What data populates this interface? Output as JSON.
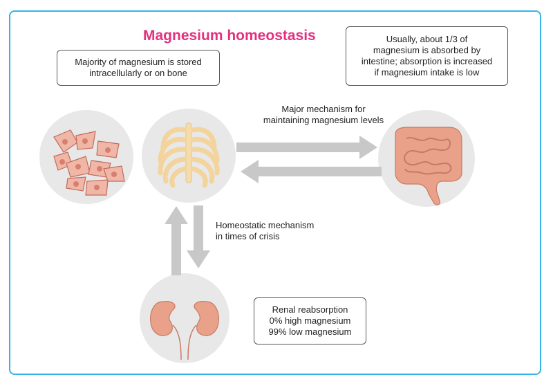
{
  "title": "Magnesium homeostasis",
  "boxes": {
    "storage": [
      "Majority of magnesium is stored",
      "intracellularly or on bone"
    ],
    "absorption": [
      "Usually, about 1/3 of",
      "magnesium is absorbed by",
      "intestine; absorption is increased",
      "if magnesium intake is low"
    ],
    "renal": [
      "Renal reabsorption",
      "0% high magnesium",
      "99% low magnesium"
    ]
  },
  "labels": {
    "major": [
      "Major mechanism for",
      "maintaining magnesium levels"
    ],
    "homeostatic": [
      "Homeostatic mechanism",
      "in times of crisis"
    ]
  },
  "icons": [
    "cells-icon",
    "ribcage-icon",
    "intestine-icon",
    "kidneys-icon"
  ],
  "colors": {
    "title": "#e4317f",
    "frame": "#36b3e6",
    "arrow": "#c8c8c8",
    "circle": "#e8e8e8",
    "organ": "#e9a189",
    "bone": "#f6dcaa"
  }
}
